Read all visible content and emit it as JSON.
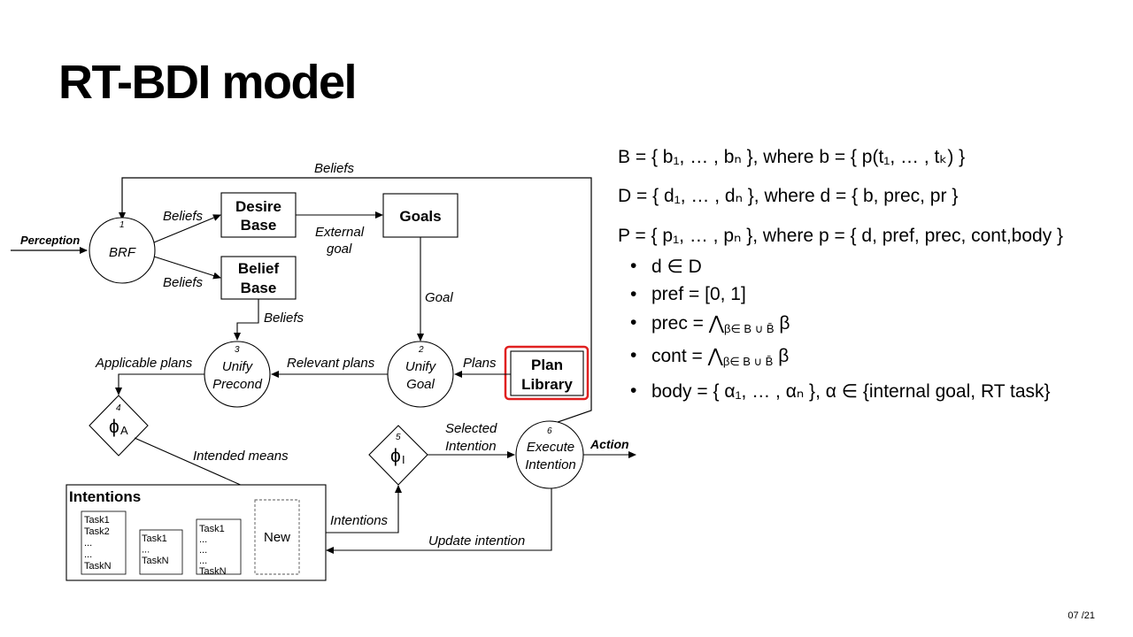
{
  "slide": {
    "title": "RT-BDI model",
    "page_number": "07 /21"
  },
  "diagram": {
    "arrows": {
      "beliefs_top": "Beliefs",
      "beliefs_to_desire": "Beliefs",
      "beliefs_to_belief_base": "Beliefs",
      "belief_base_to_precond": "Beliefs",
      "perception": "Perception",
      "external_goal_1": "External",
      "external_goal_2": "goal",
      "goal": "Goal",
      "plans": "Plans",
      "relevant_plans": "Relevant plans",
      "applicable_plans": "Applicable plans",
      "intended_means": "Intended means",
      "selected_intention_1": "Selected",
      "selected_intention_2": "Intention",
      "action": "Action",
      "intentions": "Intentions",
      "update_intention": "Update intention"
    },
    "nodes": {
      "brf": {
        "num": "1",
        "label": "BRF"
      },
      "unify_goal": {
        "num": "2",
        "label_1": "Unify",
        "label_2": "Goal"
      },
      "unify_precond": {
        "num": "3",
        "label_1": "Unify",
        "label_2": "Precond"
      },
      "phi_a": {
        "num": "4",
        "symbol": "ϕ",
        "sub": "A"
      },
      "phi_i": {
        "num": "5",
        "symbol": "ϕ",
        "sub": "I"
      },
      "execute_intention": {
        "num": "6",
        "label_1": "Execute",
        "label_2": "Intention"
      }
    },
    "boxes": {
      "desire_base": {
        "line1": "Desire",
        "line2": "Base"
      },
      "belief_base": {
        "line1": "Belief",
        "line2": "Base"
      },
      "goals": {
        "label": "Goals"
      },
      "plan_library": {
        "line1": "Plan",
        "line2": "Library",
        "highlight_color": "#e02020"
      }
    },
    "intentions_panel": {
      "title": "Intentions",
      "stack1": [
        "Task1",
        "Task2",
        "...",
        "...",
        "TaskN"
      ],
      "stack2": [
        "Task1",
        "...",
        "TaskN"
      ],
      "stack3": [
        "Task1",
        "...",
        "...",
        "...",
        "TaskN"
      ],
      "new_label": "New"
    }
  },
  "formulas": {
    "B": {
      "text": "B = { b₁, … , bₙ }, where b = { p(t₁, … , tₖ) }"
    },
    "D": {
      "text": "D = { d₁, … , dₙ }, where d = { b, prec, pr }"
    },
    "P": {
      "text": "P = { p₁, … , pₙ }, where p = { d, pref, prec, cont,body }"
    },
    "bullets": [
      {
        "marker": "•",
        "text": "d ∈ D"
      },
      {
        "marker": "•",
        "text": "pref = [0, 1]"
      },
      {
        "marker": "•",
        "lead": "prec = ⋀",
        "sub": "β∈ B ∪ B̄",
        "tail": " β"
      },
      {
        "marker": "•",
        "lead": "cont = ⋀",
        "sub": "β∈ B ∪ B̄",
        "tail": " β"
      },
      {
        "marker": "•",
        "text": "body = { α₁, … , αₙ }, α ∈ {internal goal, RT task}"
      }
    ]
  }
}
